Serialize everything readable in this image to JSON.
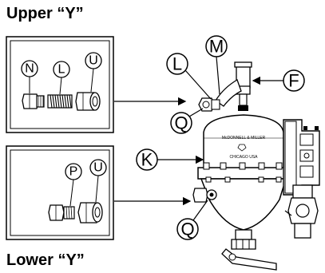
{
  "titles": {
    "upper": "Upper “Y”",
    "lower": "Lower “Y”"
  },
  "upper_kit": {
    "labels": [
      "N",
      "L",
      "U"
    ]
  },
  "lower_kit": {
    "labels": [
      "P",
      "U"
    ]
  },
  "callouts": {
    "L": "L",
    "M": "M",
    "F": "F",
    "Q_top": "Q",
    "K": "K",
    "Q_bottom": "Q"
  },
  "housing": {
    "brand_line1": "McDONNELL & MILLER",
    "brand_line2": "CHICAGO USA"
  }
}
